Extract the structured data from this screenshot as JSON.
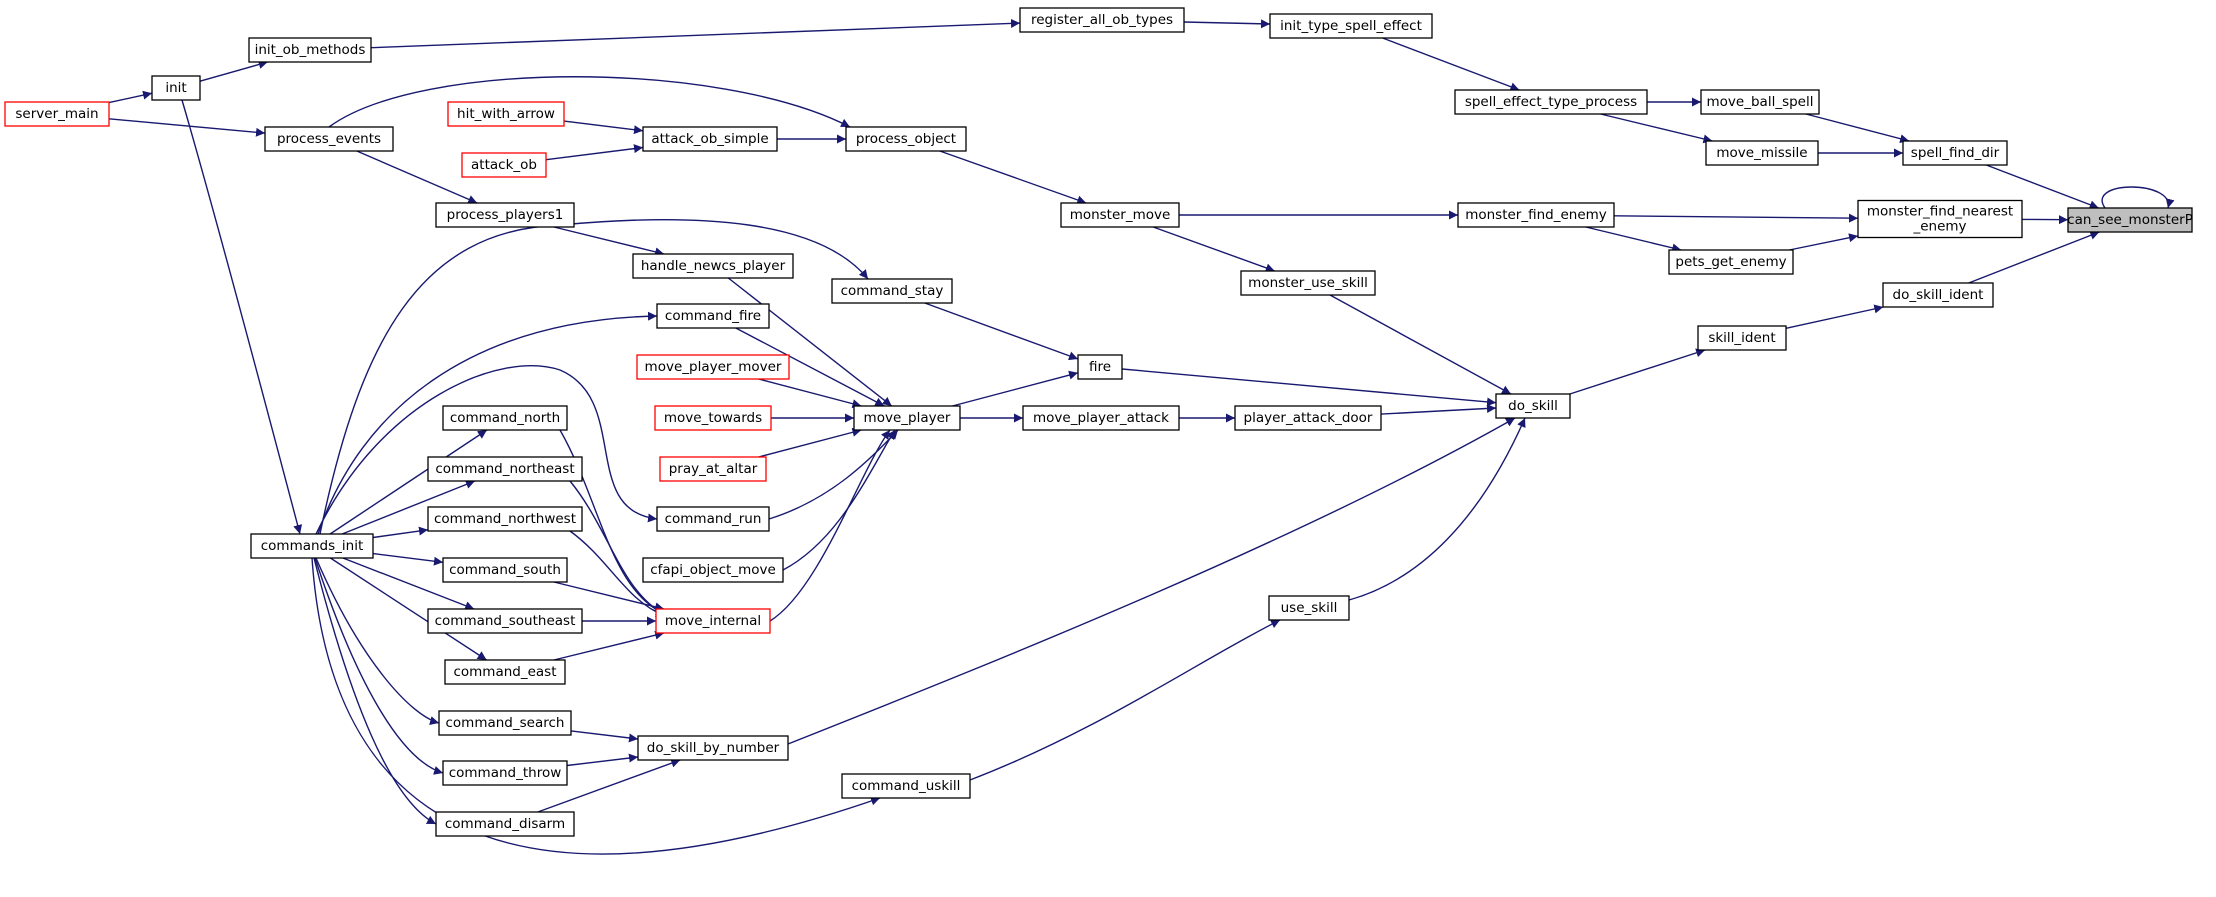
{
  "colors": {
    "edge": "#191970",
    "node_border": "#000000",
    "truncated_border": "#ff0000",
    "node_fill": "#ffffff",
    "focus_fill": "#bfbfbf"
  },
  "nodes": [
    {
      "id": "can_see_monsterP",
      "label": [
        "can_see_monsterP"
      ],
      "style": "focus"
    },
    {
      "id": "spell_find_dir",
      "label": [
        "spell_find_dir"
      ],
      "style": "normal"
    },
    {
      "id": "monster_find_nearest_enemy",
      "label": [
        "monster_find_nearest",
        "_enemy"
      ],
      "style": "normal"
    },
    {
      "id": "do_skill_ident",
      "label": [
        "do_skill_ident"
      ],
      "style": "normal"
    },
    {
      "id": "move_ball_spell",
      "label": [
        "move_ball_spell"
      ],
      "style": "normal"
    },
    {
      "id": "move_missile",
      "label": [
        "move_missile"
      ],
      "style": "normal"
    },
    {
      "id": "monster_find_enemy",
      "label": [
        "monster_find_enemy"
      ],
      "style": "normal"
    },
    {
      "id": "pets_get_enemy",
      "label": [
        "pets_get_enemy"
      ],
      "style": "normal"
    },
    {
      "id": "skill_ident",
      "label": [
        "skill_ident"
      ],
      "style": "normal"
    },
    {
      "id": "spell_effect_type_process",
      "label": [
        "spell_effect_type_process"
      ],
      "style": "normal"
    },
    {
      "id": "init_type_spell_effect",
      "label": [
        "init_type_spell_effect"
      ],
      "style": "normal"
    },
    {
      "id": "register_all_ob_types",
      "label": [
        "register_all_ob_types"
      ],
      "style": "normal"
    },
    {
      "id": "init_ob_methods",
      "label": [
        "init_ob_methods"
      ],
      "style": "normal"
    },
    {
      "id": "init",
      "label": [
        "init"
      ],
      "style": "normal"
    },
    {
      "id": "server_main",
      "label": [
        "server_main"
      ],
      "style": "truncated"
    },
    {
      "id": "monster_move",
      "label": [
        "monster_move"
      ],
      "style": "normal"
    },
    {
      "id": "process_object",
      "label": [
        "process_object"
      ],
      "style": "normal"
    },
    {
      "id": "process_events",
      "label": [
        "process_events"
      ],
      "style": "normal"
    },
    {
      "id": "attack_ob_simple",
      "label": [
        "attack_ob_simple"
      ],
      "style": "normal"
    },
    {
      "id": "hit_with_arrow",
      "label": [
        "hit_with_arrow"
      ],
      "style": "truncated"
    },
    {
      "id": "attack_ob",
      "label": [
        "attack_ob"
      ],
      "style": "truncated"
    },
    {
      "id": "process_players1",
      "label": [
        "process_players1"
      ],
      "style": "normal"
    },
    {
      "id": "monster_use_skill",
      "label": [
        "monster_use_skill"
      ],
      "style": "normal"
    },
    {
      "id": "do_skill",
      "label": [
        "do_skill"
      ],
      "style": "normal"
    },
    {
      "id": "fire",
      "label": [
        "fire"
      ],
      "style": "normal"
    },
    {
      "id": "player_attack_door",
      "label": [
        "player_attack_door"
      ],
      "style": "normal"
    },
    {
      "id": "move_player_attack",
      "label": [
        "move_player_attack"
      ],
      "style": "normal"
    },
    {
      "id": "move_player",
      "label": [
        "move_player"
      ],
      "style": "normal"
    },
    {
      "id": "handle_newcs_player",
      "label": [
        "handle_newcs_player"
      ],
      "style": "normal"
    },
    {
      "id": "command_stay",
      "label": [
        "command_stay"
      ],
      "style": "normal"
    },
    {
      "id": "command_fire",
      "label": [
        "command_fire"
      ],
      "style": "normal"
    },
    {
      "id": "move_player_mover",
      "label": [
        "move_player_mover"
      ],
      "style": "truncated"
    },
    {
      "id": "move_towards",
      "label": [
        "move_towards"
      ],
      "style": "truncated"
    },
    {
      "id": "pray_at_altar",
      "label": [
        "pray_at_altar"
      ],
      "style": "truncated"
    },
    {
      "id": "command_run",
      "label": [
        "command_run"
      ],
      "style": "normal"
    },
    {
      "id": "cfapi_object_move",
      "label": [
        "cfapi_object_move"
      ],
      "style": "normal"
    },
    {
      "id": "move_internal",
      "label": [
        "move_internal"
      ],
      "style": "truncated"
    },
    {
      "id": "use_skill",
      "label": [
        "use_skill"
      ],
      "style": "normal"
    },
    {
      "id": "command_uskill",
      "label": [
        "command_uskill"
      ],
      "style": "normal"
    },
    {
      "id": "do_skill_by_number",
      "label": [
        "do_skill_by_number"
      ],
      "style": "normal"
    },
    {
      "id": "commands_init",
      "label": [
        "commands_init"
      ],
      "style": "normal"
    },
    {
      "id": "command_north",
      "label": [
        "command_north"
      ],
      "style": "normal"
    },
    {
      "id": "command_northeast",
      "label": [
        "command_northeast"
      ],
      "style": "normal"
    },
    {
      "id": "command_northwest",
      "label": [
        "command_northwest"
      ],
      "style": "normal"
    },
    {
      "id": "command_south",
      "label": [
        "command_south"
      ],
      "style": "normal"
    },
    {
      "id": "command_southeast",
      "label": [
        "command_southeast"
      ],
      "style": "normal"
    },
    {
      "id": "command_east",
      "label": [
        "command_east"
      ],
      "style": "normal"
    },
    {
      "id": "command_search",
      "label": [
        "command_search"
      ],
      "style": "normal"
    },
    {
      "id": "command_throw",
      "label": [
        "command_throw"
      ],
      "style": "normal"
    },
    {
      "id": "command_disarm",
      "label": [
        "command_disarm"
      ],
      "style": "normal"
    }
  ],
  "edges": [
    [
      "can_see_monsterP",
      "can_see_monsterP"
    ],
    [
      "spell_find_dir",
      "can_see_monsterP"
    ],
    [
      "monster_find_nearest_enemy",
      "can_see_monsterP"
    ],
    [
      "do_skill_ident",
      "can_see_monsterP"
    ],
    [
      "move_ball_spell",
      "spell_find_dir"
    ],
    [
      "move_missile",
      "spell_find_dir"
    ],
    [
      "monster_find_enemy",
      "monster_find_nearest_enemy"
    ],
    [
      "pets_get_enemy",
      "monster_find_nearest_enemy"
    ],
    [
      "skill_ident",
      "do_skill_ident"
    ],
    [
      "spell_effect_type_process",
      "move_ball_spell"
    ],
    [
      "spell_effect_type_process",
      "move_missile"
    ],
    [
      "init_type_spell_effect",
      "spell_effect_type_process"
    ],
    [
      "register_all_ob_types",
      "init_type_spell_effect"
    ],
    [
      "init_ob_methods",
      "register_all_ob_types"
    ],
    [
      "init",
      "init_ob_methods"
    ],
    [
      "server_main",
      "init"
    ],
    [
      "server_main",
      "process_events"
    ],
    [
      "monster_move",
      "monster_find_enemy"
    ],
    [
      "monster_find_enemy",
      "pets_get_enemy"
    ],
    [
      "process_object",
      "monster_move"
    ],
    [
      "process_events",
      "process_object"
    ],
    [
      "attack_ob_simple",
      "process_object"
    ],
    [
      "hit_with_arrow",
      "attack_ob_simple"
    ],
    [
      "attack_ob",
      "attack_ob_simple"
    ],
    [
      "process_events",
      "process_players1"
    ],
    [
      "process_players1",
      "handle_newcs_player"
    ],
    [
      "monster_move",
      "monster_use_skill"
    ],
    [
      "monster_use_skill",
      "do_skill"
    ],
    [
      "do_skill",
      "skill_ident"
    ],
    [
      "fire",
      "do_skill"
    ],
    [
      "player_attack_door",
      "do_skill"
    ],
    [
      "move_player_attack",
      "player_attack_door"
    ],
    [
      "move_player",
      "move_player_attack"
    ],
    [
      "command_stay",
      "fire"
    ],
    [
      "move_player",
      "fire"
    ],
    [
      "handle_newcs_player",
      "move_player"
    ],
    [
      "command_fire",
      "move_player"
    ],
    [
      "move_player_mover",
      "move_player"
    ],
    [
      "move_towards",
      "move_player"
    ],
    [
      "pray_at_altar",
      "move_player"
    ],
    [
      "command_run",
      "move_player"
    ],
    [
      "cfapi_object_move",
      "move_player"
    ],
    [
      "move_internal",
      "move_player"
    ],
    [
      "use_skill",
      "do_skill"
    ],
    [
      "command_uskill",
      "use_skill"
    ],
    [
      "do_skill_by_number",
      "do_skill"
    ],
    [
      "init",
      "commands_init"
    ],
    [
      "commands_init",
      "command_stay"
    ],
    [
      "commands_init",
      "command_fire"
    ],
    [
      "commands_init",
      "command_run"
    ],
    [
      "commands_init",
      "command_north"
    ],
    [
      "commands_init",
      "command_northeast"
    ],
    [
      "commands_init",
      "command_northwest"
    ],
    [
      "commands_init",
      "command_south"
    ],
    [
      "commands_init",
      "command_southeast"
    ],
    [
      "commands_init",
      "command_east"
    ],
    [
      "commands_init",
      "command_search"
    ],
    [
      "commands_init",
      "command_throw"
    ],
    [
      "commands_init",
      "command_disarm"
    ],
    [
      "commands_init",
      "command_uskill"
    ],
    [
      "command_north",
      "move_internal"
    ],
    [
      "command_northeast",
      "move_internal"
    ],
    [
      "command_northwest",
      "move_internal"
    ],
    [
      "command_south",
      "move_internal"
    ],
    [
      "command_southeast",
      "move_internal"
    ],
    [
      "command_east",
      "move_internal"
    ],
    [
      "command_search",
      "do_skill_by_number"
    ],
    [
      "command_throw",
      "do_skill_by_number"
    ],
    [
      "command_disarm",
      "do_skill_by_number"
    ]
  ]
}
